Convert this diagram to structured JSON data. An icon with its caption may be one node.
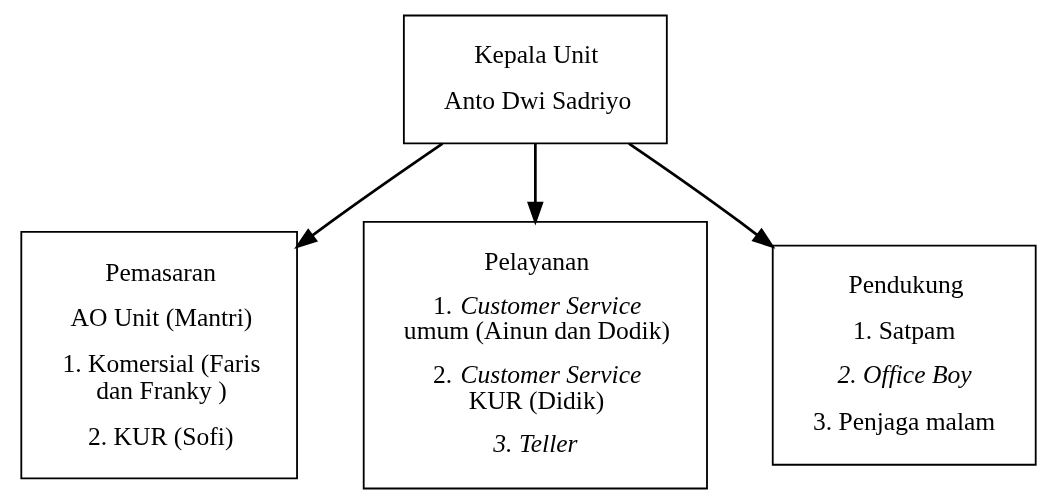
{
  "diagram": {
    "nodes": [
      {
        "text": [
          "Kepala Unit",
          "Anto Dwi Sadriyo"
        ]
      },
      {
        "text": [
          "Pemasaran",
          "AO Unit (Mantri)",
          "1. Komersial (Faris dan Franky )",
          "2. KUR (Sofi)"
        ]
      },
      {
        "text": [
          "Pelayanan",
          "1. *Customer Service* umum (Ainun dan Dodik)",
          "2. *Customer Service* KUR (Didik)",
          "*3. Teller*"
        ]
      },
      {
        "text": [
          "Pendukung",
          "1. Satpam",
          "*2. Office Boy*",
          "3. Penjaga malam"
        ]
      }
    ],
    "edges": [
      {
        "from": 0,
        "to": 1,
        "arrow": "to"
      },
      {
        "from": 0,
        "to": 2,
        "arrow": "to"
      },
      {
        "from": 0,
        "to": 3,
        "arrow": "to"
      }
    ]
  }
}
